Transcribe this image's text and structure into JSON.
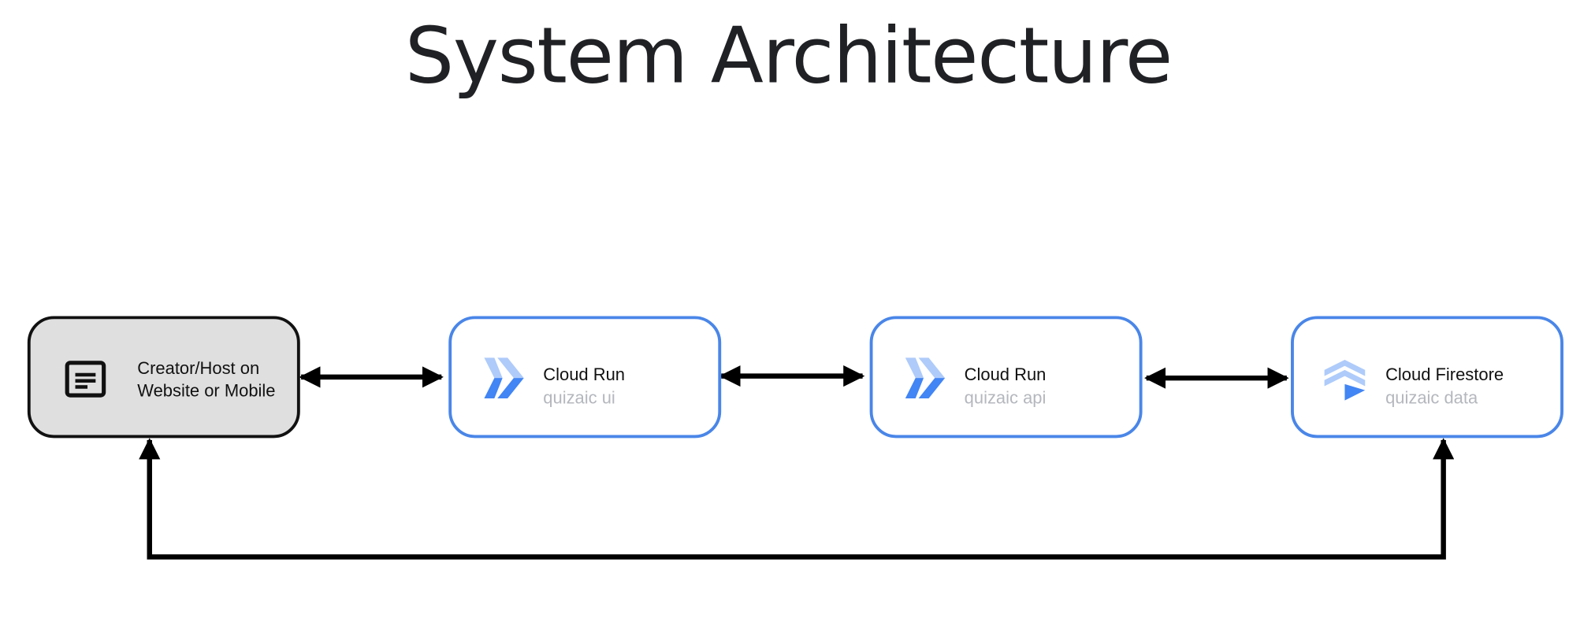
{
  "title": "System Architecture",
  "colors": {
    "border_blue": "#4a86e8",
    "client_fill": "#dfdfdf",
    "subtitle_gray": "#b4b7bd",
    "icon_blue_dark": "#4285f4",
    "icon_blue_light": "#aecbfa"
  },
  "nodes": [
    {
      "id": "client",
      "label": "Creator/Host on Website or Mobile",
      "sublabel": "",
      "icon": "web-page-icon"
    },
    {
      "id": "ui",
      "label": "Cloud Run",
      "sublabel": "quizaic ui",
      "icon": "cloud-run-icon"
    },
    {
      "id": "api",
      "label": "Cloud Run",
      "sublabel": "quizaic api",
      "icon": "cloud-run-icon"
    },
    {
      "id": "data",
      "label": "Cloud Firestore",
      "sublabel": "quizaic data",
      "icon": "cloud-firestore-icon"
    }
  ],
  "edges": [
    {
      "from": "client",
      "to": "ui",
      "direction": "bidirectional"
    },
    {
      "from": "ui",
      "to": "api",
      "direction": "bidirectional"
    },
    {
      "from": "api",
      "to": "data",
      "direction": "bidirectional"
    },
    {
      "from": "client",
      "to": "data",
      "direction": "bidirectional",
      "route": "below"
    }
  ]
}
